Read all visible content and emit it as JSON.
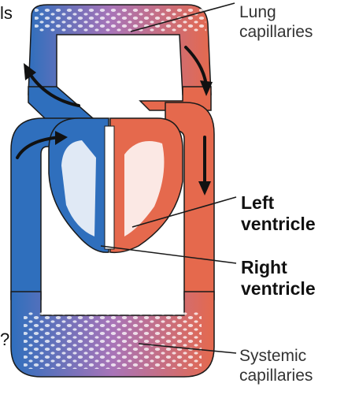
{
  "fragments": {
    "top_left": "ls",
    "bottom_left": "?"
  },
  "labels": {
    "lung_line1": "Lung",
    "lung_line2": "capillaries",
    "left_line1": "Left",
    "left_line2": "ventricle",
    "right_line1": "Right",
    "right_line2": "ventricle",
    "systemic_line1": "Systemic",
    "systemic_line2": "capillaries"
  },
  "colors": {
    "deoxygenated": "#2f6fbd",
    "oxygenated": "#e5694d",
    "capillary": "#a874b8",
    "outline": "#1a1a1a"
  },
  "icons": [
    "arrow-icon"
  ]
}
